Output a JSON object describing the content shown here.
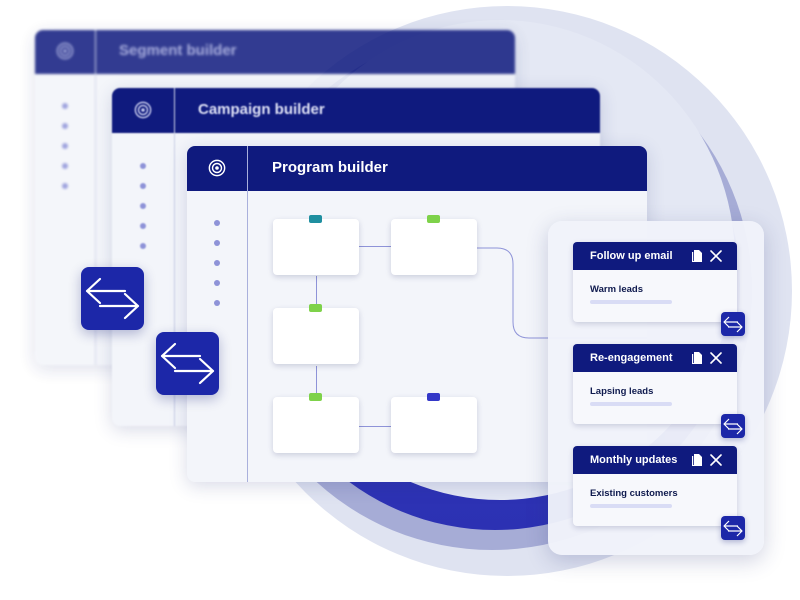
{
  "windows": {
    "segment": {
      "title": "Segment builder"
    },
    "campaign": {
      "title": "Campaign builder"
    },
    "program": {
      "title": "Program builder"
    }
  },
  "flow": {
    "tag_colors": [
      "#1f8fa0",
      "#7ed24a",
      "#7ed24a",
      "#7ed24a",
      "#3438c8"
    ]
  },
  "cards": [
    {
      "title": "Follow up email",
      "subtitle": "Warm leads"
    },
    {
      "title": "Re-engagement",
      "subtitle": "Lapsing leads"
    },
    {
      "title": "Monthly updates",
      "subtitle": "Existing customers"
    }
  ],
  "icons": {
    "transfer": "arrows-left-right-icon",
    "target": "target-icon",
    "copy": "copy-icon",
    "close": "close-icon"
  },
  "colors": {
    "brand_navy": "#0f1a7e",
    "accent_blue": "#1c27a8",
    "circle_blue": "#2c31b3"
  }
}
